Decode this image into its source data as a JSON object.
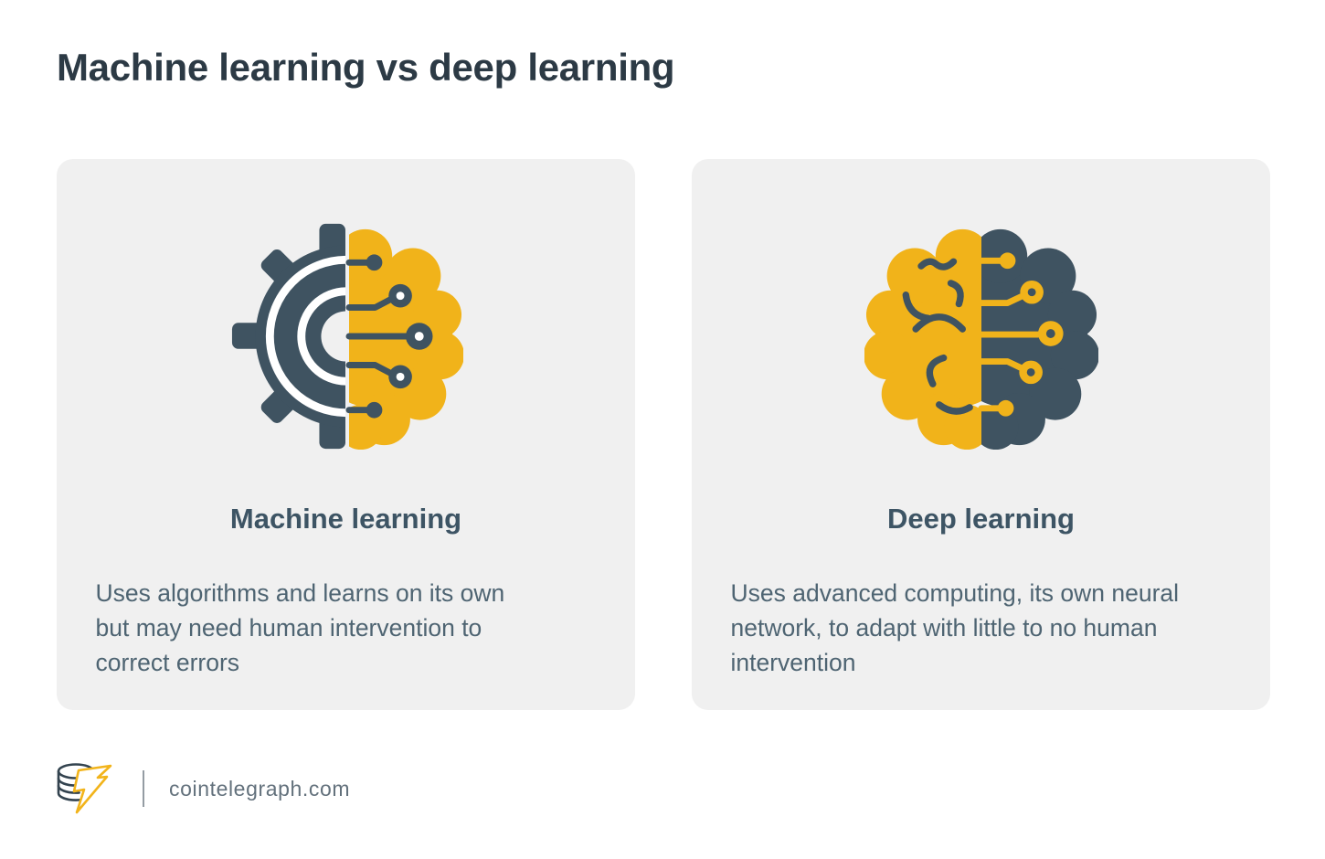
{
  "page": {
    "title": "Machine learning vs deep learning"
  },
  "cards": [
    {
      "heading": "Machine learning",
      "description_lines": [
        "Uses algorithms and learns on its own",
        "but may need human intervention to",
        "correct errors"
      ],
      "icon": "machine-learning-gear-brain-icon"
    },
    {
      "heading": "Deep learning",
      "description_lines": [
        "Uses advanced computing, its own neural",
        "network, to adapt with little to no human",
        "intervention"
      ],
      "icon": "deep-learning-brain-circuit-icon"
    }
  ],
  "footer": {
    "site": "cointelegraph.com",
    "logo": "cointelegraph-coin-bolt-logo"
  },
  "colors": {
    "accent_yellow": "#F1B31A",
    "dark_slate": "#3F5361",
    "title_text": "#2C3A45",
    "heading_text": "#3D5464",
    "body_text": "#4E6472",
    "card_background": "#F0F0F0",
    "footer_text": "#63717C",
    "page_background": "#FFFFFF"
  }
}
